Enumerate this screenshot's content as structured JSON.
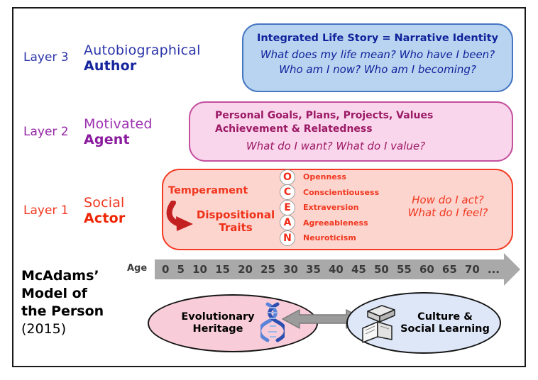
{
  "palette": {
    "layer3_blue": "#2b35a8",
    "layer3_box_bg": "#b9d4f0",
    "layer3_box_border": "#4576c2",
    "layer3_box_text": "#10239c",
    "layer2_purple": "#9326a4",
    "layer2_box_bg": "#fad6ec",
    "layer2_box_border": "#c4509e",
    "layer2_box_text": "#9c1a66",
    "layer1_red": "#f0371f",
    "layer1_box_bg": "#fdd5cf",
    "layer1_box_border": "#f43a22",
    "age_bar_gray": "#a9a9a9",
    "age_text_gray": "#3f3f3f",
    "heritage_ellipse_bg": "#f8cdd9",
    "culture_ellipse_bg": "#dde7f8",
    "connector_gray": "#9b9b9b"
  },
  "layer3": {
    "label": "Layer 3",
    "name_line1": "Autobiographical",
    "name_line2": "Author",
    "box": {
      "title": "Integrated Life Story = Narrative Identity",
      "question_line1": "What does my life mean? Who have I been?",
      "question_line2": "Who am I now? Who am I becoming?"
    }
  },
  "layer2": {
    "label": "Layer 2",
    "name_line1": "Motivated",
    "name_line2": "Agent",
    "box": {
      "title_line1": "Personal Goals, Plans, Projects, Values",
      "title_line2": "Achievement & Relatedness",
      "question": "What do I want? What do I value?"
    }
  },
  "layer1": {
    "label": "Layer 1",
    "name_line1": "Social",
    "name_line2": "Actor",
    "box": {
      "temperament": "Temperament",
      "dispositional_line1": "Dispositional",
      "dispositional_line2": "Traits",
      "question_line1": "How do I act?",
      "question_line2": "What do I feel?",
      "ocean": [
        {
          "letter": "O",
          "trait": "Openness"
        },
        {
          "letter": "C",
          "trait": "Conscientiousess"
        },
        {
          "letter": "E",
          "trait": "Extraversion"
        },
        {
          "letter": "A",
          "trait": "Agreeableness"
        },
        {
          "letter": "N",
          "trait": "Neuroticism"
        }
      ]
    }
  },
  "age_axis": {
    "label": "Age",
    "ticks": [
      "0",
      "5",
      "10",
      "15",
      "20",
      "25",
      "30",
      "35",
      "40",
      "45",
      "50",
      "55",
      "60",
      "65",
      "70",
      "..."
    ]
  },
  "caption": {
    "line1": "McAdams’",
    "line2": "Model of",
    "line3": "the Person",
    "line4": "(2015)"
  },
  "foundations": {
    "heritage_line1": "Evolutionary",
    "heritage_line2": "Heritage",
    "culture_line1": "Culture &",
    "culture_line2": "Social Learning"
  }
}
